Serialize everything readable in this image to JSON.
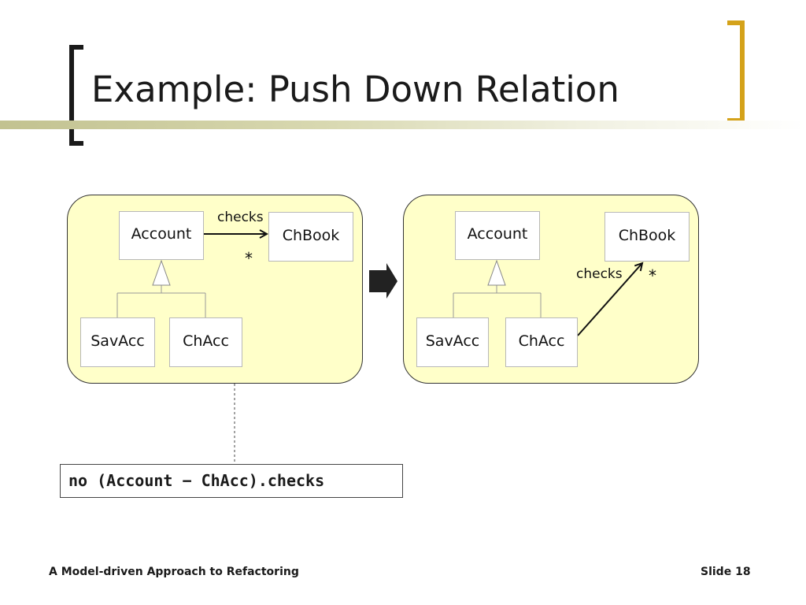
{
  "slide": {
    "title": "Example: Push Down Relation",
    "footer_left": "A Model-driven Approach to Refactoring",
    "footer_right": "Slide 18"
  },
  "diagram": {
    "before": {
      "classes": {
        "account": "Account",
        "chbook": "ChBook",
        "savacc": "SavAcc",
        "chacc": "ChAcc"
      },
      "relation_label": "checks",
      "multiplicity": "*"
    },
    "after": {
      "classes": {
        "account": "Account",
        "chbook": "ChBook",
        "savacc": "SavAcc",
        "chacc": "ChAcc"
      },
      "relation_label": "checks",
      "multiplicity": "*"
    },
    "constraint": "no (Account − ChAcc).checks"
  }
}
